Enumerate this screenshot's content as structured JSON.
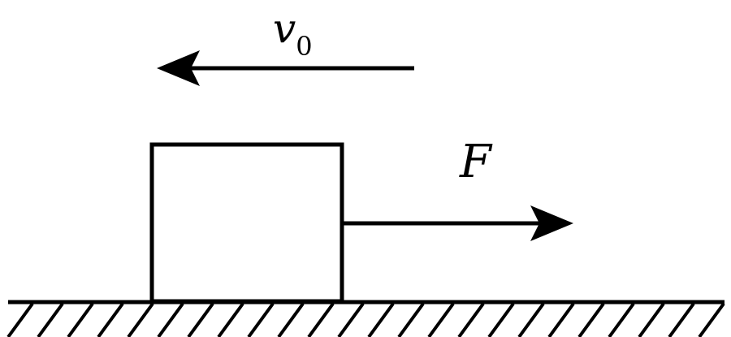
{
  "velocity": {
    "symbol": "v",
    "subscript": "0",
    "direction": "left"
  },
  "force": {
    "symbol": "F",
    "direction": "right"
  },
  "colors": {
    "ink": "#000000",
    "background": "#ffffff"
  }
}
